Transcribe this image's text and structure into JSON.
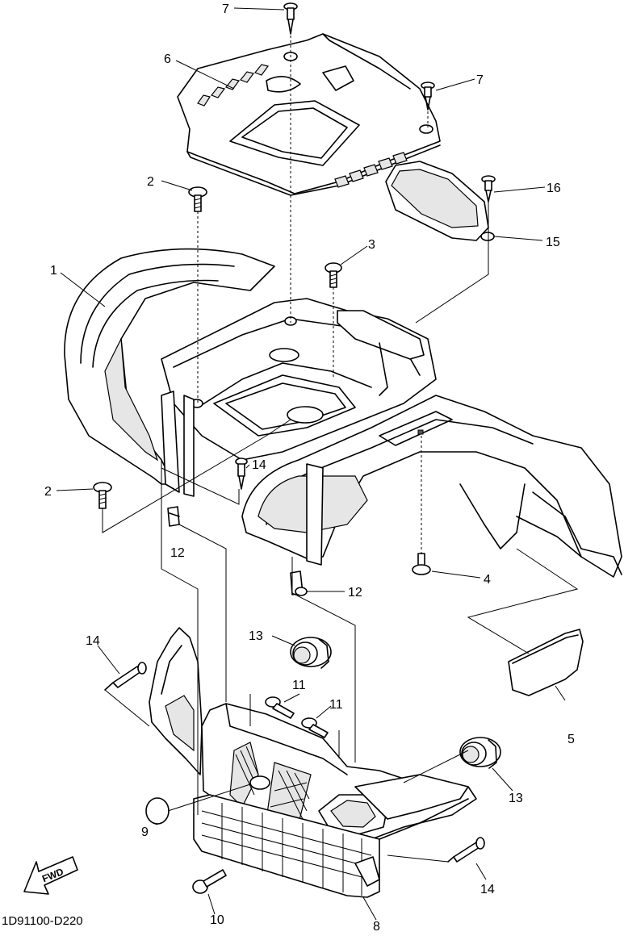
{
  "diagram": {
    "drawing_code": "1D91100-D220",
    "direction_marker": "FWD",
    "callouts": [
      {
        "id": "c1",
        "label": "1"
      },
      {
        "id": "c2a",
        "label": "2"
      },
      {
        "id": "c2b",
        "label": "2"
      },
      {
        "id": "c3",
        "label": "3"
      },
      {
        "id": "c4",
        "label": "4"
      },
      {
        "id": "c5",
        "label": "5"
      },
      {
        "id": "c6",
        "label": "6"
      },
      {
        "id": "c7a",
        "label": "7"
      },
      {
        "id": "c7b",
        "label": "7"
      },
      {
        "id": "c8",
        "label": "8"
      },
      {
        "id": "c9",
        "label": "9"
      },
      {
        "id": "c10",
        "label": "10"
      },
      {
        "id": "c11a",
        "label": "11"
      },
      {
        "id": "c11b",
        "label": "11"
      },
      {
        "id": "c12a",
        "label": "12"
      },
      {
        "id": "c12b",
        "label": "12"
      },
      {
        "id": "c13a",
        "label": "13"
      },
      {
        "id": "c13b",
        "label": "13"
      },
      {
        "id": "c14a",
        "label": "14"
      },
      {
        "id": "c14b",
        "label": "14"
      },
      {
        "id": "c14c",
        "label": "14"
      },
      {
        "id": "c15",
        "label": "15"
      },
      {
        "id": "c16",
        "label": "16"
      }
    ]
  }
}
